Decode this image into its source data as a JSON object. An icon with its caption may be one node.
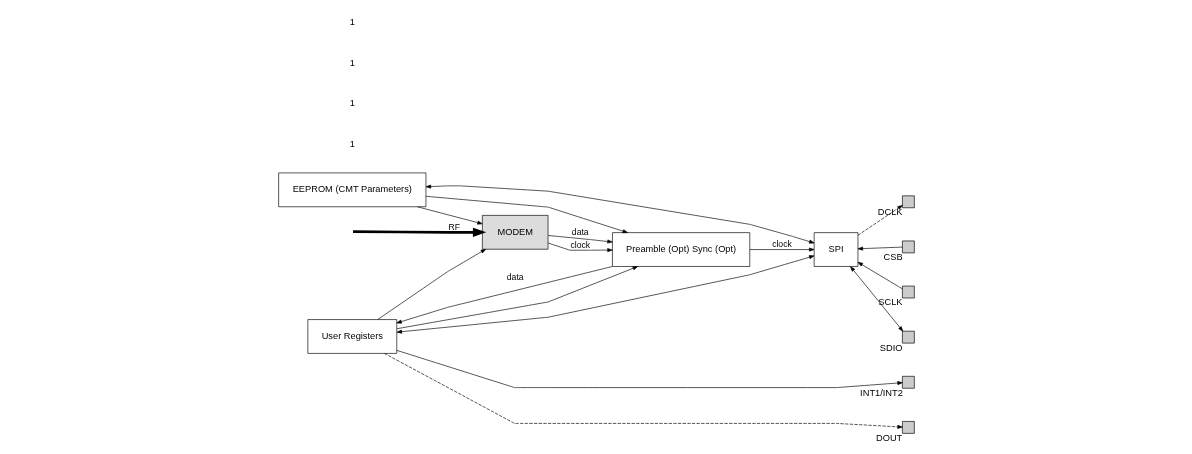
{
  "diagram": {
    "nodes": [
      {
        "text": [
          "EEPROM (CMT Parameters)"
        ]
      },
      {
        "text": [
          "MODEM"
        ]
      },
      {
        "text": [
          "Preamble (Opt) Sync (Opt)"
        ]
      },
      {
        "text": [
          "SPI"
        ]
      },
      {
        "text": [
          "User Registers"
        ]
      },
      {
        "text": [],
        "shape": "box",
        "beside": [
          "DCLK"
        ]
      },
      {
        "text": [],
        "shape": "box",
        "beside": [
          "CSB"
        ]
      },
      {
        "text": [],
        "shape": "box",
        "beside": [
          "SCLK"
        ]
      },
      {
        "text": [],
        "shape": "box",
        "beside": [
          "SDIO"
        ]
      },
      {
        "text": [],
        "shape": "box",
        "beside": [
          "INT1/INT2"
        ]
      },
      {
        "text": [],
        "shape": "box",
        "beside": [
          "DOUT"
        ]
      }
    ],
    "edges": [
      {
        "from": null,
        "to": 1,
        "arrow": "to",
        "label": "RF",
        "style": "thick"
      },
      {
        "from": 0,
        "to": 1,
        "arrow": "to"
      },
      {
        "from": 0,
        "to": 2,
        "arrow": "to"
      },
      {
        "from": 3,
        "to": 0,
        "arrow": "both"
      },
      {
        "from": 1,
        "to": 2,
        "arrow": "to",
        "label": "clock"
      },
      {
        "from": 1,
        "to": 2,
        "arrow": "to",
        "label": "data"
      },
      {
        "from": 2,
        "to": 3,
        "arrow": "to",
        "label": "clock"
      },
      {
        "from": 2,
        "to": 4,
        "arrow": "to",
        "label": "data"
      },
      {
        "from": 3,
        "to": 5,
        "arrow": "to",
        "style": "dashed"
      },
      {
        "from": 6,
        "to": 3,
        "arrow": "to"
      },
      {
        "from": 7,
        "to": 3,
        "arrow": "to"
      },
      {
        "from": 3,
        "to": 8,
        "arrow": "both"
      },
      {
        "from": 3,
        "to": 4,
        "arrow": "both"
      },
      {
        "from": 4,
        "to": 1,
        "arrow": "to"
      },
      {
        "from": 4,
        "to": 2,
        "arrow": "to"
      },
      {
        "from": 4,
        "to": 9,
        "arrow": "to"
      },
      {
        "from": 4,
        "to": 10,
        "arrow": "to",
        "style": "dashed"
      }
    ],
    "labels": [
      "1",
      "1",
      "1",
      "1"
    ]
  }
}
